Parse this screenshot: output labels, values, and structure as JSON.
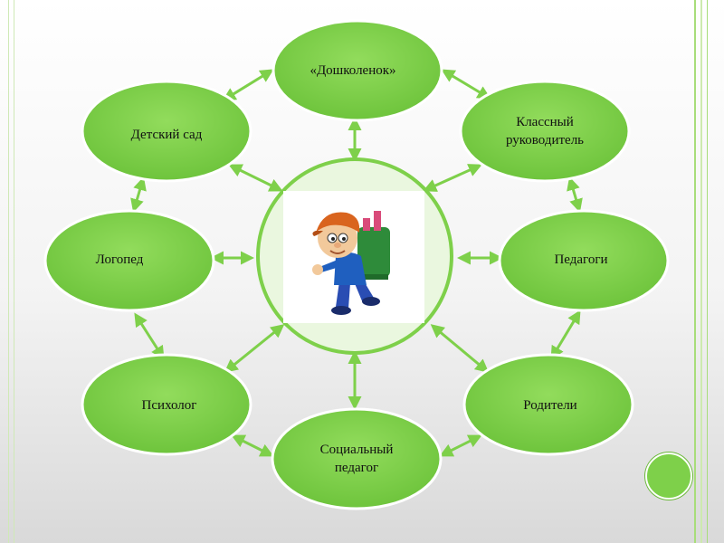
{
  "nodes": [
    {
      "id": "doshkolenok",
      "label": "«Дошколенок»"
    },
    {
      "id": "kindergarten",
      "label": "Детский сад"
    },
    {
      "id": "class-teacher",
      "label": "Классный\nруководитель"
    },
    {
      "id": "speech-therapist",
      "label": "Логопед"
    },
    {
      "id": "teachers",
      "label": "Педагоги"
    },
    {
      "id": "psychologist",
      "label": "Психолог"
    },
    {
      "id": "parents",
      "label": "Родители"
    },
    {
      "id": "social-pedagogue",
      "label": "Социальный\nпедагог"
    }
  ],
  "center_image": "boy-with-backpack",
  "colors": {
    "node_fill": "#7ed04a",
    "node_border": "#ffffff",
    "arrow": "#7ed04a",
    "center_fill": "#eaf7df",
    "frame_lines": "#9ed36a"
  }
}
